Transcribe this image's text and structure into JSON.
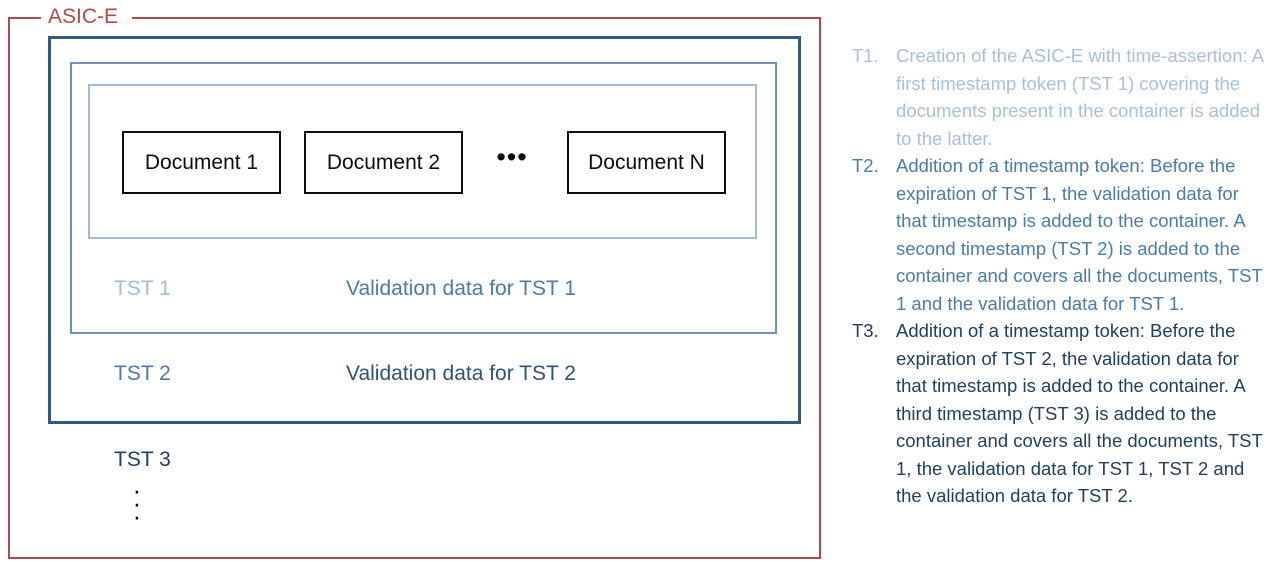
{
  "diagram": {
    "outer_container": {
      "label": "ASIC-E",
      "border_color": "#b04a4a"
    },
    "documents": [
      {
        "label": "Document 1"
      },
      {
        "label": "Document 2"
      },
      {
        "label": "Document N"
      }
    ],
    "documents_ellipsis": "•••",
    "timestamp_rows": [
      {
        "token_label": "TST 1",
        "validation_label": "Validation data for TST 1",
        "token_color": "#9fbcd9",
        "validation_color": "#4a7bab"
      },
      {
        "token_label": "TST 2",
        "validation_label": "Validation data for TST 2",
        "token_color": "#4a7bab",
        "validation_color": "#2e5376"
      },
      {
        "token_label": "TST 3",
        "validation_label": "",
        "token_color": "#1f4061",
        "validation_color": ""
      }
    ],
    "continuation_dots": "⋮",
    "nested_boxes": [
      {
        "name": "documents-container",
        "border_color": "#9fbcd9"
      },
      {
        "name": "tst1-container",
        "border_color": "#6a92bd"
      },
      {
        "name": "tst2-container",
        "border_color": "#33597d"
      }
    ]
  },
  "steps": [
    {
      "marker": "T1.",
      "text": "Creation of the ASIC-E with time-assertion: A first timestamp token (TST 1) covering the documents present in the container is added to the latter.",
      "color": "#a8c0dc"
    },
    {
      "marker": "T2.",
      "text": "Addition of a timestamp token: Before the expiration of TST 1, the validation data for that timestamp is added to the container. A second timestamp (TST 2) is added to the container and covers all the documents, TST 1 and the validation data for TST 1.",
      "color": "#4a7bab"
    },
    {
      "marker": "T3.",
      "text": "Addition of a timestamp token: Before the expiration of TST 2, the validation data for that timestamp is added to the container. A third timestamp (TST 3) is added to the container and covers all the documents, TST 1, the validation data for TST 1, TST 2 and the validation data for TST 2.",
      "color": "#1f4061"
    }
  ]
}
